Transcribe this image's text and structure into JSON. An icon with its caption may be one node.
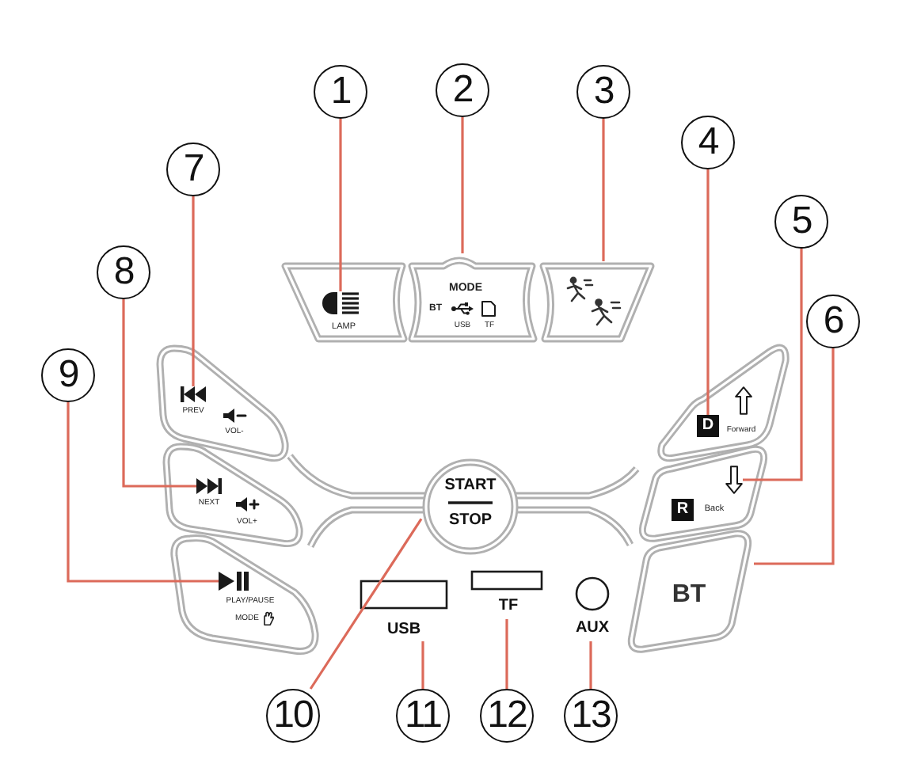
{
  "diagram": {
    "nodes": [
      {
        "text": [
          "1"
        ]
      },
      {
        "text": [
          "2"
        ]
      },
      {
        "text": [
          "3"
        ]
      },
      {
        "text": [
          "4"
        ]
      },
      {
        "text": [
          "5"
        ]
      },
      {
        "text": [
          "6"
        ]
      },
      {
        "text": [
          "7"
        ]
      },
      {
        "text": [
          "8"
        ]
      },
      {
        "text": [
          "9"
        ]
      },
      {
        "text": [
          "10"
        ]
      },
      {
        "text": [
          "11"
        ]
      },
      {
        "text": [
          "12"
        ]
      },
      {
        "text": [
          "13"
        ]
      },
      {
        "text": [
          "LAMP"
        ]
      },
      {
        "text": [],
        "shape": "picture",
        "in": 13
      },
      {
        "text": [
          "MODE",
          "BT",
          "USB",
          "TF"
        ]
      },
      {
        "text": [],
        "shape": "box"
      },
      {
        "text": [
          "Forward"
        ]
      },
      {
        "text": [
          "D"
        ],
        "in": 17
      },
      {
        "text": [
          "Back"
        ]
      },
      {
        "text": [],
        "shape": "picture",
        "in": 19
      },
      {
        "text": [
          "R"
        ],
        "in": 19
      },
      {
        "text": [
          "BT"
        ]
      },
      {
        "text": [
          "PREV",
          "VOL-"
        ]
      },
      {
        "text": [],
        "shape": "picture",
        "in": 23
      },
      {
        "text": [
          "NEXT",
          "VOL+"
        ]
      },
      {
        "text": [],
        "shape": "picture",
        "in": 25
      },
      {
        "text": [
          "PLAY/PAUSE",
          "MODE"
        ]
      },
      {
        "text": [],
        "shape": "picture",
        "in": 27
      },
      {
        "text": [
          "START",
          "STOP"
        ]
      },
      {
        "text": [
          "USB"
        ]
      },
      {
        "text": [
          "TF"
        ]
      },
      {
        "text": [
          "AUX"
        ]
      }
    ],
    "edges": [
      {
        "from": 0,
        "to": 14,
        "arrow": "none"
      },
      {
        "from": 1,
        "to": 15,
        "arrow": "none"
      },
      {
        "from": 2,
        "to": 16,
        "arrow": "none"
      },
      {
        "from": 3,
        "to": 18,
        "arrow": "none"
      },
      {
        "from": 4,
        "to": 20,
        "arrow": "none"
      },
      {
        "from": 5,
        "to": 22,
        "arrow": "none"
      },
      {
        "from": 6,
        "to": 24,
        "arrow": "none"
      },
      {
        "from": 7,
        "to": 26,
        "arrow": "none"
      },
      {
        "from": 8,
        "to": 28,
        "arrow": "none"
      },
      {
        "from": 9,
        "to": 29,
        "arrow": "none"
      },
      {
        "from": 10,
        "to": 30,
        "arrow": "none"
      },
      {
        "from": 11,
        "to": 31,
        "arrow": "none"
      },
      {
        "from": 12,
        "to": 32,
        "arrow": "none"
      }
    ]
  }
}
